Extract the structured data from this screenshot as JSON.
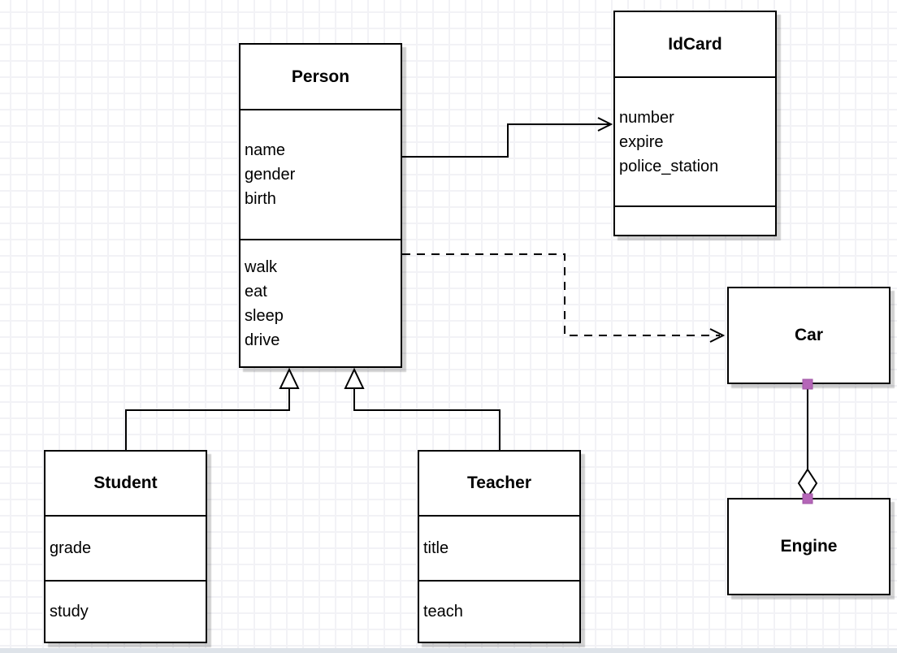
{
  "diagram": {
    "classes": {
      "person": {
        "title": "Person",
        "attributes": [
          "name",
          "gender",
          "birth"
        ],
        "methods": [
          "walk",
          "eat",
          "sleep",
          "drive"
        ]
      },
      "idcard": {
        "title": "IdCard",
        "attributes": [
          "number",
          "expire",
          "police_station"
        ],
        "methods": []
      },
      "car": {
        "title": "Car",
        "attributes": [],
        "methods": []
      },
      "engine": {
        "title": "Engine",
        "attributes": [],
        "methods": []
      },
      "student": {
        "title": "Student",
        "attributes": [
          "grade"
        ],
        "methods": [
          "study"
        ]
      },
      "teacher": {
        "title": "Teacher",
        "attributes": [
          "title"
        ],
        "methods": [
          "teach"
        ]
      }
    },
    "relationships": [
      {
        "from": "Person",
        "to": "IdCard",
        "type": "association",
        "line": "solid",
        "arrow": "open"
      },
      {
        "from": "Person",
        "to": "Car",
        "type": "dependency",
        "line": "dashed",
        "arrow": "open"
      },
      {
        "from": "Student",
        "to": "Person",
        "type": "generalization",
        "line": "solid",
        "arrow": "hollow-triangle"
      },
      {
        "from": "Teacher",
        "to": "Person",
        "type": "generalization",
        "line": "solid",
        "arrow": "hollow-triangle"
      },
      {
        "from": "Car",
        "to": "Engine",
        "type": "aggregation",
        "line": "solid",
        "arrow": "hollow-diamond"
      }
    ],
    "colors": {
      "line": "#000000",
      "box_fill": "#ffffff",
      "box_border": "#000000",
      "shadow": "#d4d4d4",
      "handle": "#b566b8",
      "grid": "#f2f2f6",
      "bottom_strip": "#dee3e9"
    }
  }
}
